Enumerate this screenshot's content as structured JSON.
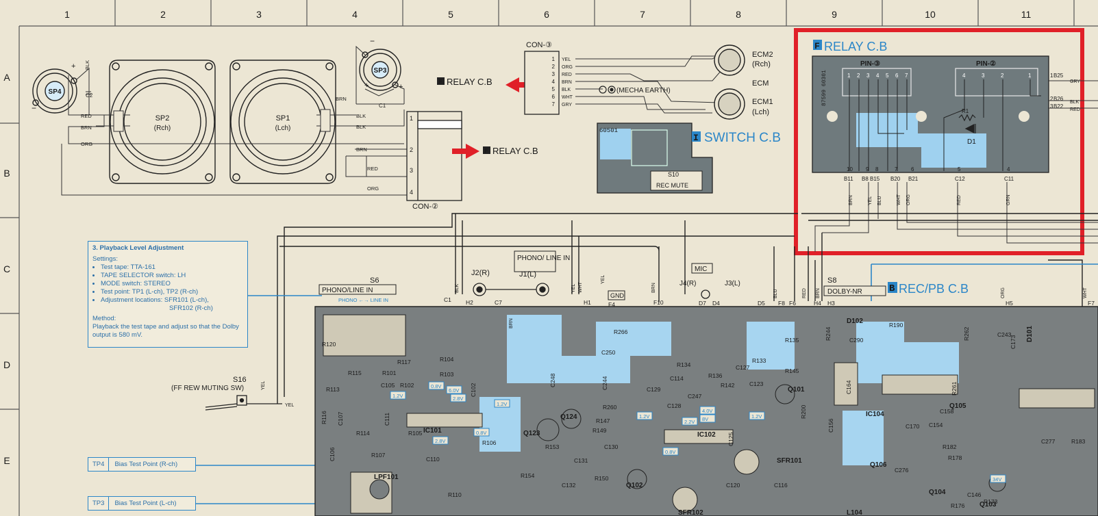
{
  "grid": {
    "columns": [
      "1",
      "2",
      "3",
      "4",
      "5",
      "6",
      "7",
      "8",
      "9",
      "10",
      "11"
    ],
    "rows": [
      "A",
      "B",
      "C",
      "D",
      "E"
    ]
  },
  "speakers": {
    "sp4": "SP4",
    "sp2": "SP2",
    "sp2_ch": "(Rch)",
    "sp1": "SP1",
    "sp1_ch": "(Lch)",
    "sp3": "SP3",
    "c2": "C2",
    "c1": "C1",
    "plus": "+",
    "minus": "−"
  },
  "wires": {
    "blk": "BLK",
    "red": "RED",
    "brn": "BRN",
    "org": "ORG",
    "yel": "YEL",
    "wht": "WHT",
    "gry": "GRY",
    "grn": "GRN",
    "blu": "BLU"
  },
  "con2": {
    "label": "CON-②",
    "pins": [
      "1",
      "2",
      "3",
      "4"
    ]
  },
  "con3": {
    "label": "CON-③",
    "pins": [
      "1",
      "2",
      "3",
      "4",
      "5",
      "6",
      "7"
    ],
    "wires": [
      "YEL",
      "ORG",
      "RED",
      "BRN",
      "BLK",
      "WHT",
      "GRY"
    ]
  },
  "relay_ref_1": "RELAY C.B",
  "relay_ref_2": "RELAY C.B",
  "relay_ref_letter": "F",
  "mecha_earth": "(MECHA EARTH)",
  "ecm": {
    "ecm2": "ECM2",
    "ecm2_ch": "(Rch)",
    "ecm": "ECM",
    "ecm1": "ECM1",
    "ecm1_ch": "(Lch)"
  },
  "switch_cb": {
    "letter": "I",
    "title": "SWITCH C.B",
    "s10": "S10",
    "rec_mute": "REC MUTE",
    "code": "60501"
  },
  "relay_cb": {
    "letter": "F",
    "title": "RELAY C.B",
    "pin3": "PIN-③",
    "pin2": "PIN-②",
    "pin3_nums": [
      "1",
      "2",
      "3",
      "4",
      "5",
      "6",
      "7"
    ],
    "pin2_nums": [
      "4",
      "3",
      "2",
      "1"
    ],
    "code": "87599 60301",
    "r1": "R1",
    "d1": "D1",
    "bottom_pins": [
      "10",
      "9",
      "8",
      "7",
      "6",
      "5",
      "4"
    ],
    "bottom_refs": [
      "B11",
      "B8 B15",
      "B20",
      "B21",
      "C12",
      "C11"
    ],
    "right_pins": [
      "1",
      "2",
      "3"
    ],
    "right_refs": [
      "B25",
      "B26",
      "B22"
    ],
    "bottom_wires": [
      "BRN",
      "YEL",
      "BLU",
      "WHT",
      "ORG",
      "RED",
      "GRN"
    ],
    "right_wires": [
      "GRY",
      "BLK",
      "RED"
    ]
  },
  "highlight_color": "#e02028",
  "accent_color": "#2b86c8",
  "playback_note": {
    "title": "3.  Playback Level Adjustment",
    "settings": "Settings:",
    "items": [
      "Test tape: TTA-161",
      "TAPE SELECTOR switch: LH",
      "MODE switch: STEREO",
      "Test point: TP1 (L-ch), TP2 (R-ch)",
      "Adjustment locations: SFR101 (L-ch),"
    ],
    "items_cont": "SFR102 (R-ch)",
    "method": "Method:",
    "method_text": "Playback the test tape and adjust so that the Dolby output is 580 mV."
  },
  "s16": {
    "label": "S16",
    "desc": "(FF REW MUTING SW)"
  },
  "s6": {
    "label": "S6",
    "box": "PHONO/LINE IN",
    "arrow": "PHONO ←→ LINE IN"
  },
  "jacks": {
    "j2": "J2(R)",
    "j1": "J1(L)",
    "phono_line": "PHONO/ LINE IN",
    "mic": "MIC",
    "j4": "J4(R)",
    "j3": "J3(L)",
    "gnd": "GND"
  },
  "s8": {
    "label": "S8",
    "box": "DOLBY-NR"
  },
  "recpb_cb": {
    "letter": "B",
    "title": "REC/PB C.B"
  },
  "tp4": {
    "id": "TP4",
    "text": "Bias Test Point (R-ch)"
  },
  "tp3": {
    "id": "TP3",
    "text": "Bias Test Point (L-ch)"
  },
  "components": {
    "ic101": "IC101",
    "ic102": "IC102",
    "ic104": "IC104",
    "lpf101": "LPF101",
    "sfr101": "SFR101",
    "sfr102": "SFR102",
    "q101": "Q101",
    "q102": "Q102",
    "q103": "Q103",
    "q104": "Q104",
    "q105": "Q105",
    "q106": "Q106",
    "q123": "Q123",
    "q124": "Q124",
    "d101": "D101",
    "d102": "D102",
    "l104": "L104",
    "r120": "R120",
    "r113": "R113",
    "r115": "R115",
    "r101": "R101",
    "r102": "R102",
    "r103": "R103",
    "r104": "R104",
    "r117": "R117",
    "r116": "R116",
    "r114": "R114",
    "r105": "R105",
    "r106": "R106",
    "r107": "R107",
    "r110": "R110",
    "r266": "R266",
    "r260": "R260",
    "r147": "R147",
    "r149": "R149",
    "r153": "R153",
    "r154": "R154",
    "r150": "R150",
    "r134": "R134",
    "r136": "R136",
    "r142": "R142",
    "r133": "R133",
    "r145": "R145",
    "r135": "R135",
    "r190": "R190",
    "r244": "R244",
    "r200": "R200",
    "r182": "R182",
    "r178": "R178",
    "r176": "R176",
    "r173": "R173",
    "r183": "R183",
    "r262": "R262",
    "r261": "R261",
    "c106": "C106",
    "c107": "C107",
    "c110": "C110",
    "c111": "C111",
    "c102": "C102",
    "c105": "C105",
    "c250": "C250",
    "c248": "C248",
    "c244": "C244",
    "c130": "C130",
    "c131": "C131",
    "c132": "C132",
    "c114": "C114",
    "c127": "C127",
    "c123": "C123",
    "c128": "C128",
    "c129": "C129",
    "c247": "C247",
    "c125": "C125",
    "c120": "C120",
    "c116": "C116",
    "c290": "C290",
    "c156": "C156",
    "c164": "C164",
    "c158": "C158",
    "c154": "C154",
    "c170": "C170",
    "c243": "C243",
    "c173": "C173",
    "c277": "C277",
    "c276": "C276",
    "c146": "C146"
  },
  "voltages": [
    "0.8V",
    "6.0V",
    "2.8V",
    "1.2V",
    "1.2V",
    "0.8V",
    "2.8V",
    "1.2V",
    "4.0V",
    "8V",
    "1.2V",
    "0.8V",
    "2.2V",
    "34V"
  ],
  "con_points": {
    "c1": "C1",
    "h2": "H2",
    "c7": "C7",
    "h1": "H1",
    "f4": "F4",
    "f10": "F10",
    "d7": "D7",
    "d4": "D4",
    "d5": "D5",
    "f8": "F8",
    "f6": "F6",
    "h4": "H4",
    "h3": "H3",
    "h5": "H5",
    "f7": "F7"
  }
}
